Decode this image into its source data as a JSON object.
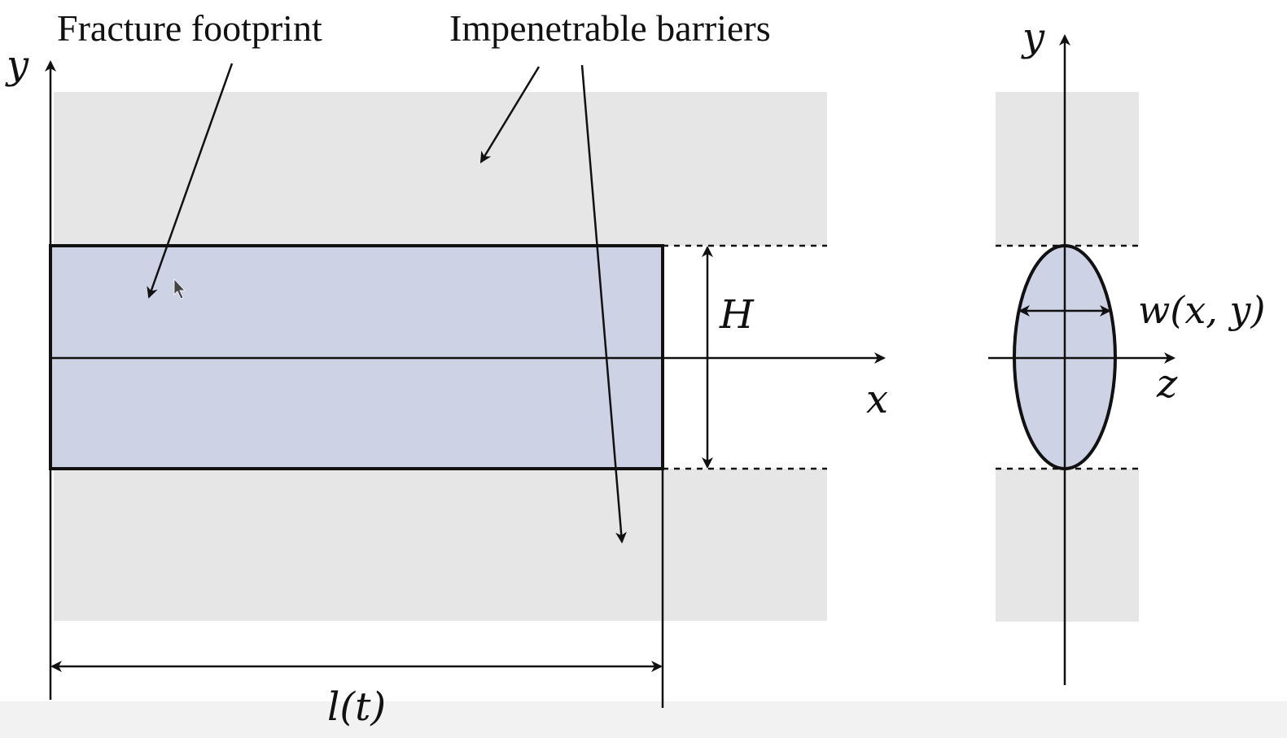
{
  "labels": {
    "fracture_footprint": "Fracture footprint",
    "impenetrable_barriers": "Impenetrable barriers",
    "y_axis_left": "y",
    "x_axis": "x",
    "height": "H",
    "length": "l(t)",
    "y_axis_right": "y",
    "z_axis": "z",
    "width": "w(x, y)"
  },
  "colors": {
    "barrier_fill": "#e6e6e6",
    "fracture_fill": "#cdd3e4",
    "line": "#111111",
    "bottom_band": "#f2f2f2"
  }
}
